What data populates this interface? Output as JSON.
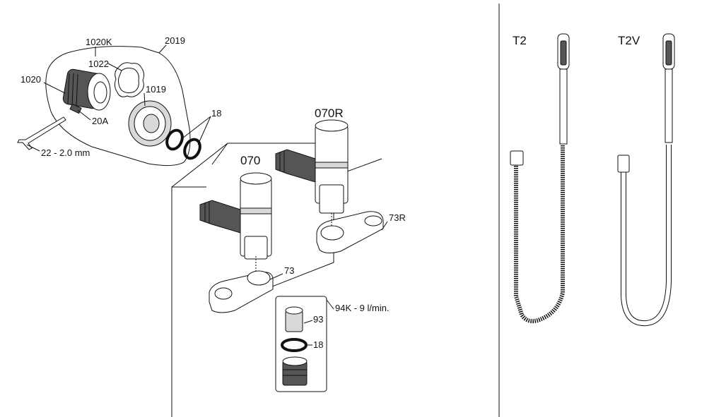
{
  "labels": {
    "p1020K": "1020K",
    "p2019": "2019",
    "p1022": "1022",
    "p1020": "1020",
    "p1019": "1019",
    "p20A": "20A",
    "p18a": "18",
    "key": "22 - 2.0 mm",
    "p070R": "070R",
    "p070": "070",
    "p73R": "73R",
    "p73": "73",
    "p94K": "94K - 9 l/min.",
    "p93": "93",
    "p18b": "18",
    "t2": "T2",
    "t2v": "T2V"
  }
}
